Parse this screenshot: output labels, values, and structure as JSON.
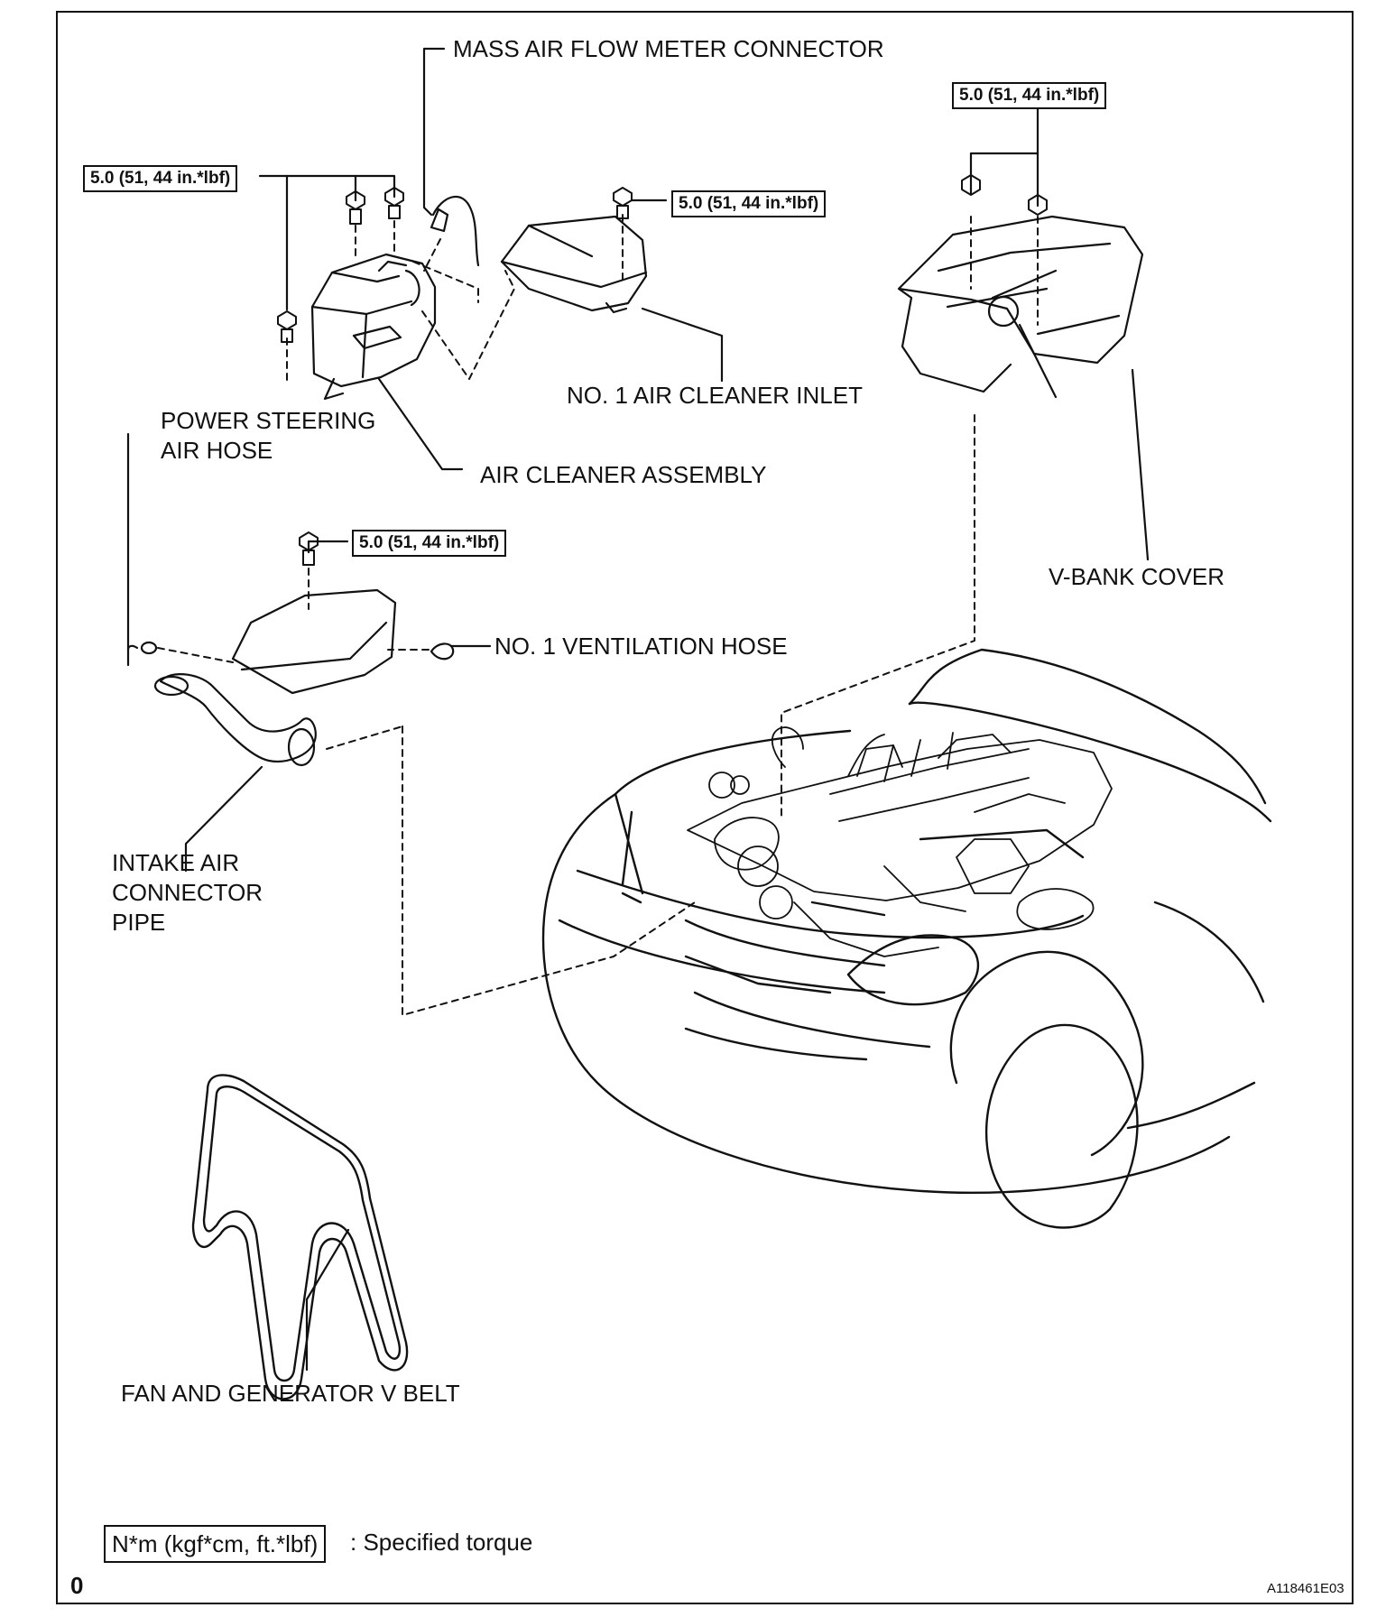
{
  "labels": {
    "mass_air_flow_meter_connector": "MASS AIR FLOW METER CONNECTOR",
    "no1_air_cleaner_inlet": "NO. 1 AIR CLEANER INLET",
    "power_steering_air_hose": "POWER STEERING\nAIR HOSE",
    "air_cleaner_assembly": "AIR CLEANER ASSEMBLY",
    "v_bank_cover": "V-BANK COVER",
    "no1_ventilation_hose": "NO. 1 VENTILATION HOSE",
    "intake_air_connector_pipe": "INTAKE AIR\nCONNECTOR\nPIPE",
    "fan_and_generator_v_belt": "FAN AND GENERATOR V BELT"
  },
  "torques": {
    "air_cleaner_bolts": "5.0 (51, 44 in.*lbf)",
    "air_cleaner_inlet_bolt": "5.0 (51, 44 in.*lbf)",
    "v_bank_cover_nuts": "5.0 (51, 44 in.*lbf)",
    "intake_pipe_bolt": "5.0 (51, 44 in.*lbf)"
  },
  "legend": {
    "box": "N*m (kgf*cm, ft.*lbf)",
    "text": ": Specified torque"
  },
  "footer": {
    "left_mark": "0",
    "figure_code": "A118461E03"
  }
}
